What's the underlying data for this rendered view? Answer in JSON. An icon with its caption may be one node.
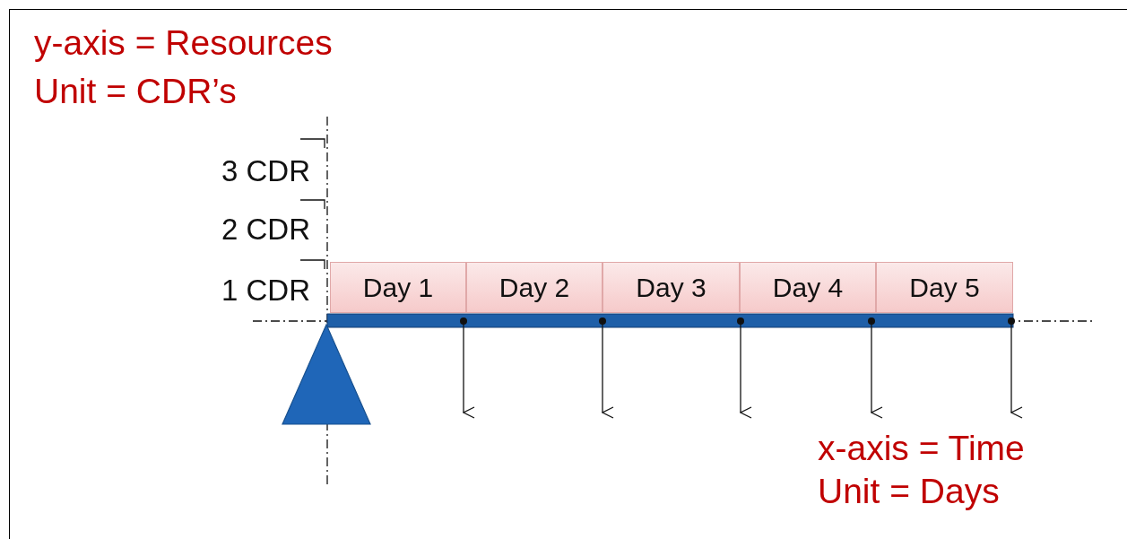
{
  "diagram": {
    "nodes": [
      {
        "text": [
          "Day 1"
        ]
      },
      {
        "text": [
          "Day 2"
        ]
      },
      {
        "text": [
          "Day 3"
        ]
      },
      {
        "text": [
          "Day 4"
        ]
      },
      {
        "text": [
          "Day 5"
        ]
      }
    ],
    "labels": [
      "y-axis = Resources",
      "Unit = CDR’s",
      "3 CDR",
      "2 CDR",
      "1 CDR",
      "x-axis = Time",
      "Unit = Days"
    ]
  }
}
